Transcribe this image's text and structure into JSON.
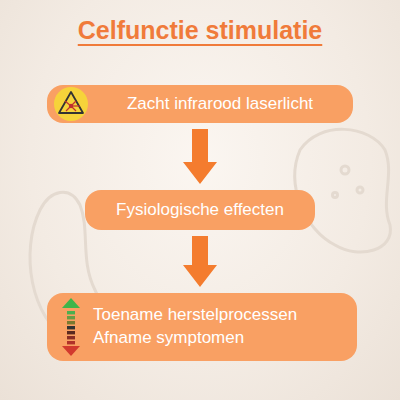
{
  "diagram": {
    "title": "Celfunctie stimulatie",
    "nodes": [
      {
        "text": [
          "Zacht infrarood laserlicht"
        ]
      },
      {
        "text": [
          "Fysiologische effecten"
        ]
      },
      {
        "text": [
          "Toename herstelprocessen",
          "Afname symptomen"
        ]
      }
    ],
    "edges": [
      {
        "from": 0,
        "to": 1,
        "arrow": "to"
      },
      {
        "from": 1,
        "to": 2,
        "arrow": "to"
      }
    ]
  }
}
